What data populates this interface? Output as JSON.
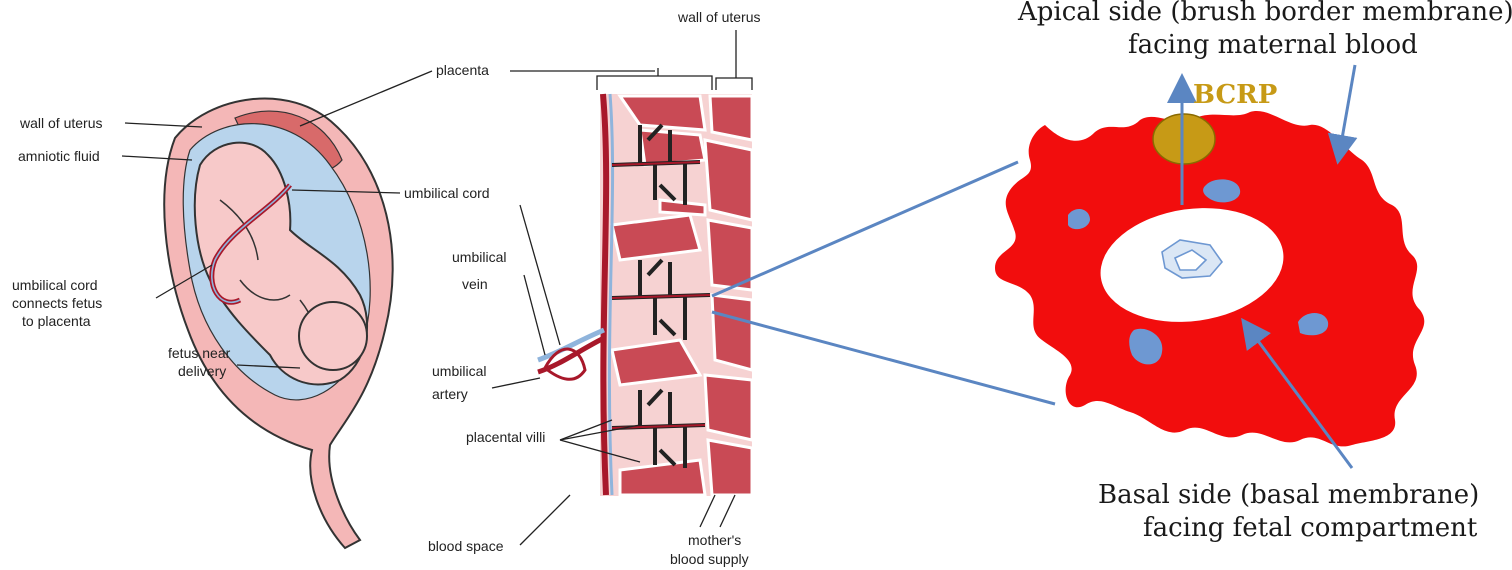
{
  "colors": {
    "uterus_fill": "#f4b7b7",
    "uterus_dark": "#c95a5a",
    "amniotic": "#b8d4ec",
    "fetus_skin": "#f7c9c9",
    "placenta_tissue": "#c94a55",
    "vessel_red": "#a8182a",
    "vessel_blue": "#8fb4dc",
    "cell_red": "#f20d0d",
    "cell_pocket": "#6e98d2",
    "bcrp_gold": "#c79a16",
    "arrow_blue": "#5b86c2"
  },
  "fetus_diagram": {
    "labels": {
      "wall_of_uterus": "wall of uterus",
      "amniotic_fluid": "amniotic fluid",
      "placenta": "placenta",
      "umbilical_cord": "umbilical cord",
      "cord_connects_1": "umbilical cord",
      "cord_connects_2": "connects fetus",
      "cord_connects_3": "to placenta",
      "fetus_near_1": "fetus near",
      "fetus_near_2": "delivery"
    }
  },
  "placenta_section": {
    "labels": {
      "wall_of_uterus": "wall of uterus",
      "umbilical_vein_1": "umbilical",
      "umbilical_vein_2": "vein",
      "umbilical_artery_1": "umbilical",
      "umbilical_artery_2": "artery",
      "placental_villi": "placental villi",
      "blood_space": "blood space",
      "mothers_supply_1": "mother's",
      "mothers_supply_2": "blood supply"
    }
  },
  "cell_diagram": {
    "apical_line1": "Apical side (brush border membrane)",
    "apical_line2": "facing maternal blood",
    "transporter": "BCRP",
    "basal_line1": "Basal side (basal membrane)",
    "basal_line2": "facing fetal compartment"
  }
}
